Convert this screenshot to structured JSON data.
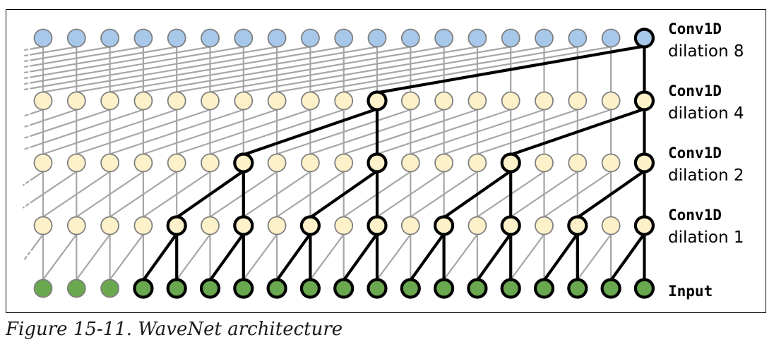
{
  "caption": "Figure 15-11. WaveNet architecture",
  "layers": [
    {
      "id": "dilation8",
      "name": "Conv1D",
      "sub": "dilation 8",
      "dilation": 8,
      "node_color": "#a8c8ea"
    },
    {
      "id": "dilation4",
      "name": "Conv1D",
      "sub": "dilation 4",
      "dilation": 4,
      "node_color": "#fdf1c9"
    },
    {
      "id": "dilation2",
      "name": "Conv1D",
      "sub": "dilation 2",
      "dilation": 2,
      "node_color": "#fdf1c9"
    },
    {
      "id": "dilation1",
      "name": "Conv1D",
      "sub": "dilation 1",
      "dilation": 1,
      "node_color": "#fdf1c9"
    },
    {
      "id": "input",
      "name": "Input",
      "sub": "",
      "dilation": 0,
      "node_color": "#6aa84f"
    }
  ],
  "nodes_per_layer": 19,
  "highlight_output_index": 18,
  "colors": {
    "grid_line": "#a6a6a6",
    "node_outline": "#7f7f7f",
    "highlight": "#000000"
  }
}
